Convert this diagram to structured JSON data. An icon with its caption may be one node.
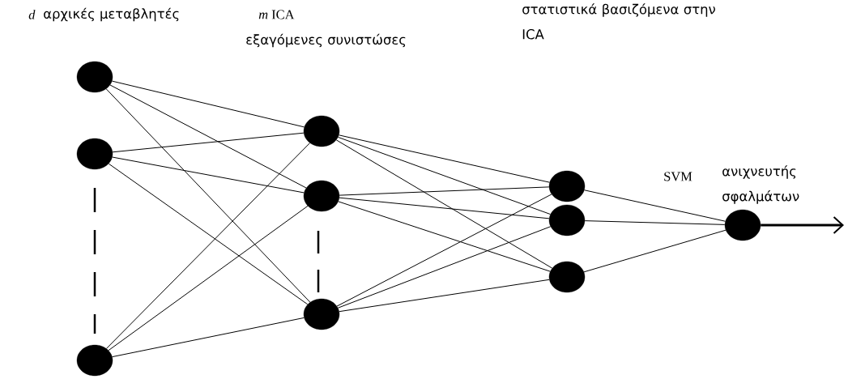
{
  "diagram": {
    "nodes": [
      {
        "text": [],
        "shape": "circle"
      },
      {
        "text": [],
        "shape": "circle"
      },
      {
        "text": [],
        "shape": "circle"
      },
      {
        "text": [],
        "shape": "circle"
      },
      {
        "text": [],
        "shape": "circle"
      },
      {
        "text": [],
        "shape": "circle"
      },
      {
        "text": [],
        "shape": "circle"
      },
      {
        "text": [],
        "shape": "circle"
      },
      {
        "text": [],
        "shape": "circle"
      },
      {
        "text": [],
        "shape": "circle"
      }
    ],
    "edges": [
      {
        "from": 0,
        "to": 3,
        "arrow": "none"
      },
      {
        "from": 0,
        "to": 4,
        "arrow": "none"
      },
      {
        "from": 0,
        "to": 5,
        "arrow": "none"
      },
      {
        "from": 1,
        "to": 3,
        "arrow": "none"
      },
      {
        "from": 1,
        "to": 4,
        "arrow": "none"
      },
      {
        "from": 1,
        "to": 5,
        "arrow": "none"
      },
      {
        "from": 2,
        "to": 3,
        "arrow": "none"
      },
      {
        "from": 2,
        "to": 4,
        "arrow": "none"
      },
      {
        "from": 2,
        "to": 5,
        "arrow": "none"
      },
      {
        "from": 3,
        "to": 6,
        "arrow": "none"
      },
      {
        "from": 3,
        "to": 7,
        "arrow": "none"
      },
      {
        "from": 3,
        "to": 8,
        "arrow": "none"
      },
      {
        "from": 4,
        "to": 6,
        "arrow": "none"
      },
      {
        "from": 4,
        "to": 7,
        "arrow": "none"
      },
      {
        "from": 4,
        "to": 8,
        "arrow": "none"
      },
      {
        "from": 5,
        "to": 6,
        "arrow": "none"
      },
      {
        "from": 5,
        "to": 7,
        "arrow": "none"
      },
      {
        "from": 5,
        "to": 8,
        "arrow": "none"
      },
      {
        "from": 6,
        "to": 9,
        "arrow": "none"
      },
      {
        "from": 7,
        "to": 9,
        "arrow": "none"
      },
      {
        "from": 8,
        "to": 9,
        "arrow": "none"
      },
      {
        "from": 9,
        "to": null,
        "arrow": "to",
        "style": "thick"
      }
    ],
    "labels": [
      "d",
      "αρχικές μεταβλητές",
      "*m* ICA",
      "εξαγόμενες συνιστώσες",
      "στατιστικά βασιζόμενα στην ICA",
      "SVM",
      "ανιχνευτής σφαλμάτων"
    ]
  }
}
